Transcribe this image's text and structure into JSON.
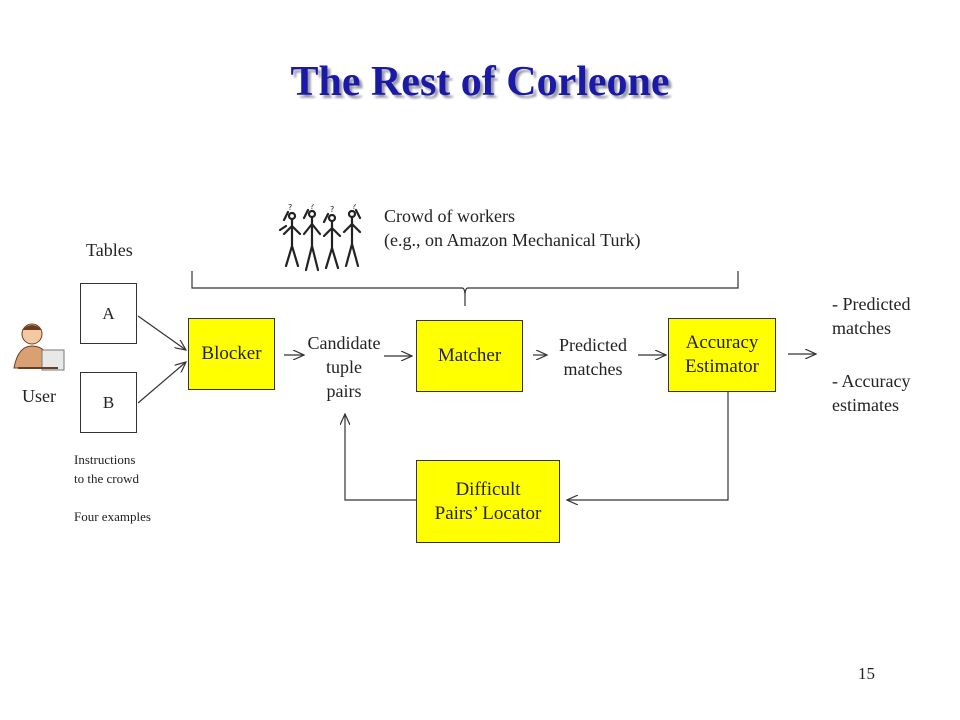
{
  "slide": {
    "title": "The Rest of Corleone",
    "page_number": "15"
  },
  "crowd": {
    "label": "Crowd of workers\n(e.g., on Amazon Mechanical Turk)"
  },
  "user": {
    "label": "User",
    "tables_label": "Tables",
    "table_a": "A",
    "table_b": "B",
    "instructions": "Instructions\nto the crowd\n\nFour examples"
  },
  "pipeline": {
    "blocker": "Blocker",
    "candidate_pairs": "Candidate\ntuple\npairs",
    "matcher": "Matcher",
    "predicted_matches": "Predicted\nmatches",
    "accuracy_estimator": "Accuracy\nEstimator",
    "difficult_pairs_locator": "Difficult\nPairs’ Locator"
  },
  "outputs": {
    "predicted": "- Predicted\n  matches",
    "accuracy": "- Accuracy\n  estimates"
  },
  "colors": {
    "title": "#1a1aa6",
    "box_fill": "#ffff00"
  }
}
